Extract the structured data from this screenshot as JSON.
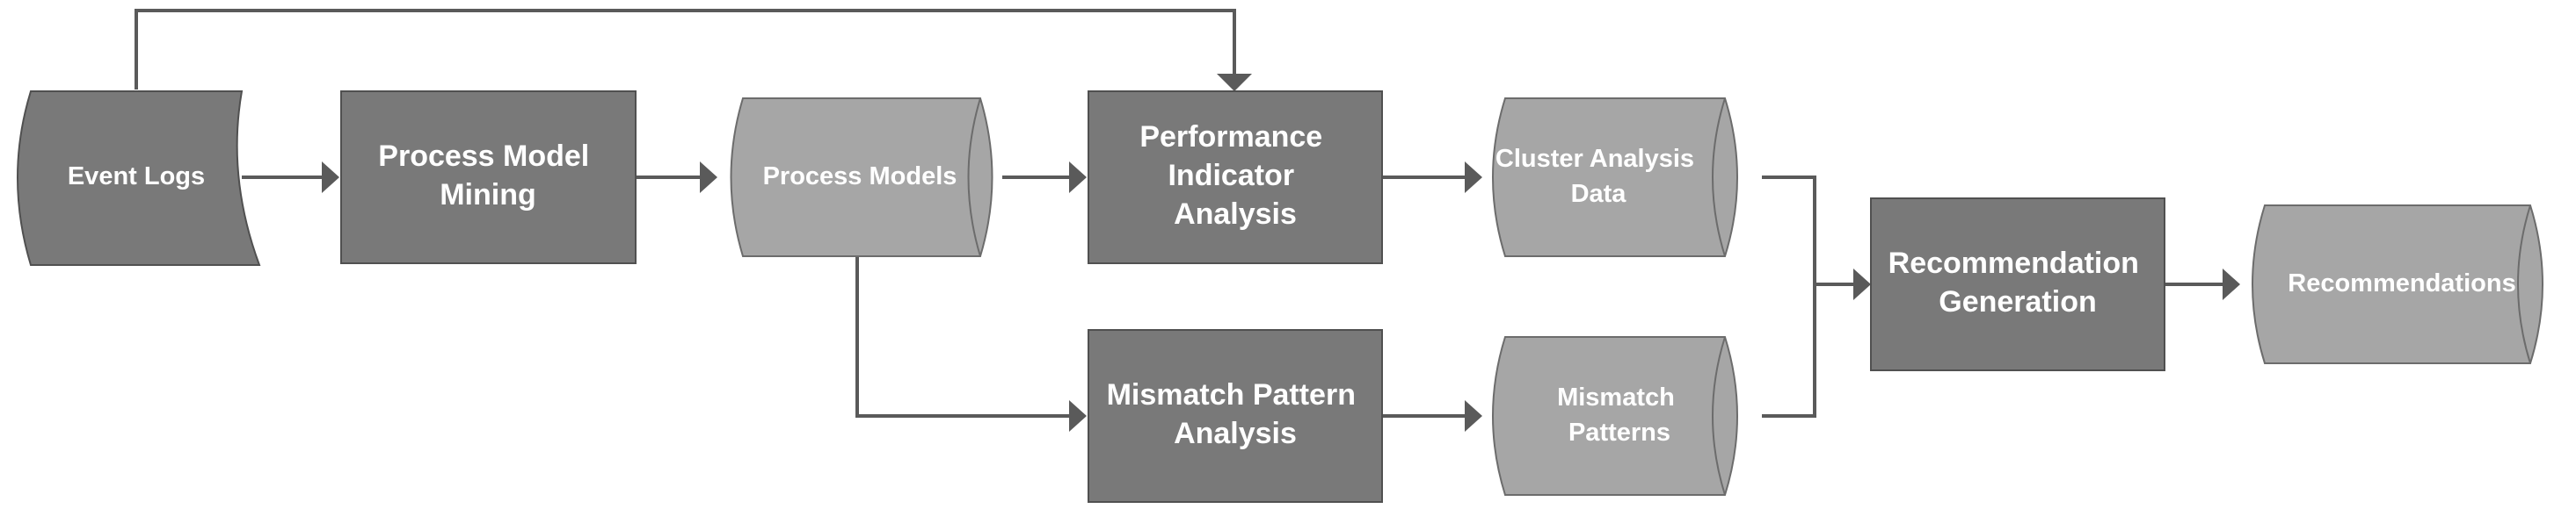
{
  "nodes": {
    "event_logs": {
      "label": [
        "Event Logs"
      ],
      "kind": "event-log"
    },
    "process_model_mining": {
      "label": [
        "Process Model",
        "Mining"
      ],
      "kind": "process"
    },
    "process_models": {
      "label": [
        "Process Models"
      ],
      "kind": "data-store"
    },
    "performance_indicator_analysis": {
      "label": [
        "Performance",
        "Indicator",
        "Analysis"
      ],
      "kind": "process"
    },
    "cluster_analysis_data": {
      "label": [
        "Cluster Analysis",
        "Data"
      ],
      "kind": "data-store"
    },
    "mismatch_pattern_analysis": {
      "label": [
        "Mismatch Pattern",
        "Analysis"
      ],
      "kind": "process"
    },
    "mismatch_patterns": {
      "label": [
        "Mismatch",
        "Patterns"
      ],
      "kind": "data-store"
    },
    "recommendation_generation": {
      "label": [
        "Recommendation",
        "Generation"
      ],
      "kind": "process"
    },
    "recommendations": {
      "label": [
        "Recommendations"
      ],
      "kind": "data-store"
    }
  },
  "edges": [
    {
      "from": "event_logs",
      "to": "process_model_mining"
    },
    {
      "from": "event_logs",
      "to": "performance_indicator_analysis"
    },
    {
      "from": "process_model_mining",
      "to": "process_models"
    },
    {
      "from": "process_models",
      "to": "performance_indicator_analysis"
    },
    {
      "from": "process_models",
      "to": "mismatch_pattern_analysis"
    },
    {
      "from": "performance_indicator_analysis",
      "to": "cluster_analysis_data"
    },
    {
      "from": "mismatch_pattern_analysis",
      "to": "mismatch_patterns"
    },
    {
      "from": "cluster_analysis_data",
      "to": "recommendation_generation"
    },
    {
      "from": "mismatch_patterns",
      "to": "recommendation_generation"
    },
    {
      "from": "recommendation_generation",
      "to": "recommendations"
    }
  ],
  "colors": {
    "process_fill": "#797979",
    "data_store_fill": "#a6a6a6",
    "connector": "#5a5a5a",
    "label": "#ffffff"
  }
}
